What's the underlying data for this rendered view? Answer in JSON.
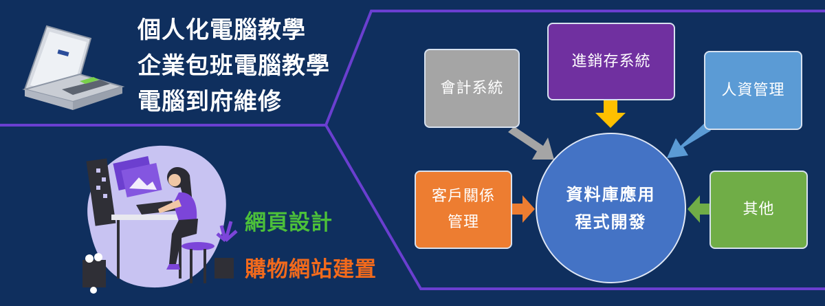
{
  "promo": {
    "lines": [
      "個人化電腦教學",
      "企業包班電腦教學",
      "電腦到府維修"
    ]
  },
  "services": {
    "web_design": "網頁設計",
    "shop_build": "購物網站建置"
  },
  "diagram": {
    "center": {
      "line1": "資料庫應用",
      "line2": "程式開發"
    },
    "nodes": {
      "accounting": {
        "label": "會計系統",
        "color": "#a5a5a5"
      },
      "inventory": {
        "label": "進銷存系統",
        "color": "#7030a0"
      },
      "hr": {
        "label": "人資管理",
        "color": "#5b9bd5"
      },
      "crm": {
        "line1": "客戶關係",
        "line2": "管理",
        "color": "#ed7d31"
      },
      "other": {
        "label": "其他",
        "color": "#70ad47"
      }
    }
  },
  "colors": {
    "background": "#0f2f5e",
    "divider": "#6a3fd0",
    "hub": "#4473c5",
    "web_design_text": "#4cc03a",
    "shop_text": "#f26a1c"
  }
}
